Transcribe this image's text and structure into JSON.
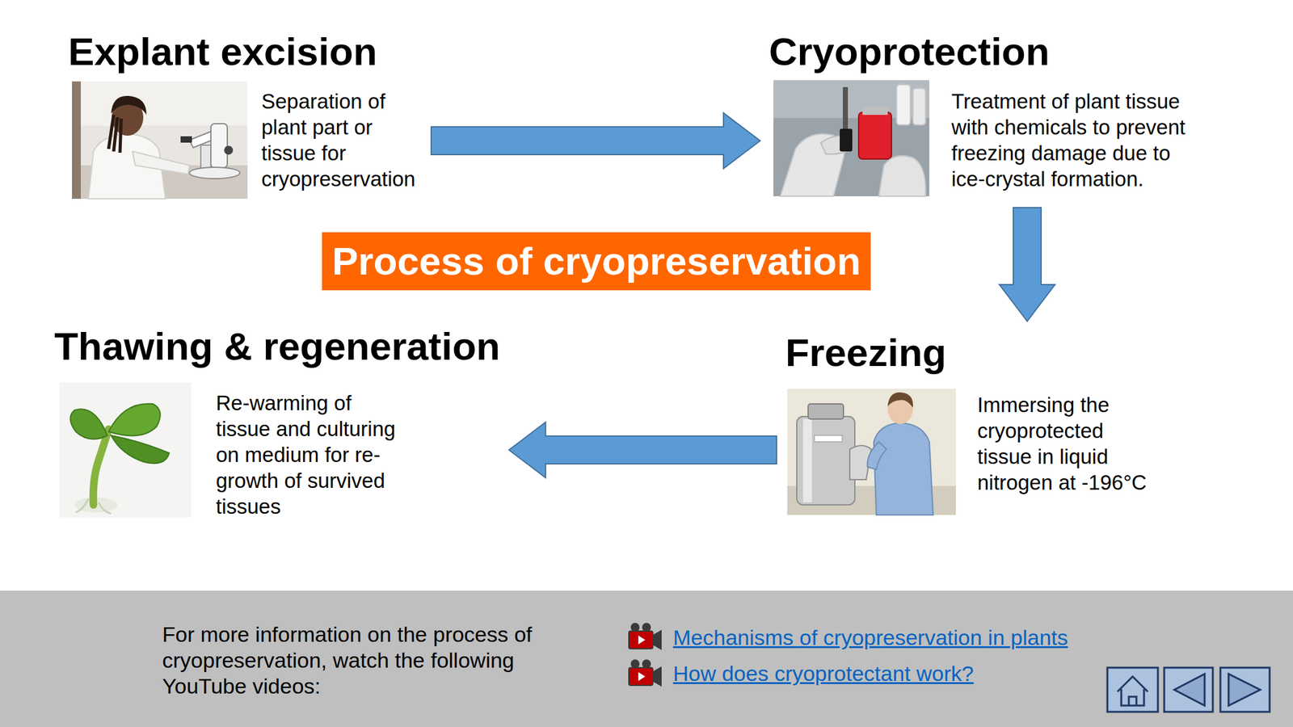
{
  "diagram": {
    "title": "Process of cryopreservation",
    "nodes": [
      {
        "text": [
          "Explant excision",
          "Separation of plant part or tissue for cryopreservation"
        ]
      },
      {
        "text": [
          "Cryoprotection",
          "Treatment of plant tissue with chemicals to prevent freezing damage due to ice-crystal formation."
        ]
      },
      {
        "text": [
          "Thawing & regeneration",
          "Re-warming of tissue and culturing on medium for re-growth of survived tissues"
        ]
      },
      {
        "text": [
          "Freezing",
          "Immersing the cryoprotected tissue in liquid nitrogen at -196°C"
        ]
      }
    ],
    "edges": [
      {
        "from": 0,
        "to": 1,
        "arrow": "to"
      },
      {
        "from": 1,
        "to": 3,
        "arrow": "to"
      },
      {
        "from": 3,
        "to": 2,
        "arrow": "to"
      }
    ],
    "labels": [
      "For more information on the process of cryopreservation, watch the following YouTube videos:",
      "Mechanisms of cryopreservation in plants",
      "How does cryoprotectant work?"
    ]
  }
}
